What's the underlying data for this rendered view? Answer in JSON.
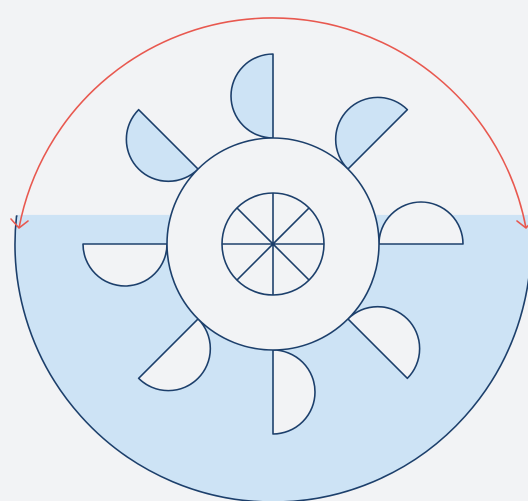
{
  "diagram": {
    "subject": "water-wheel-icon",
    "blade_count": 8,
    "hub_spoke_count": 8,
    "rotation_indicator": "arc-arrow-both-ends",
    "water_level_fraction": 0.5
  },
  "colors": {
    "background": "#f2f3f5",
    "water_fill": "#cde3f5",
    "blade_fill": "#cde3f5",
    "stroke": "#1c3f6b",
    "arrow": "#e8584f"
  }
}
